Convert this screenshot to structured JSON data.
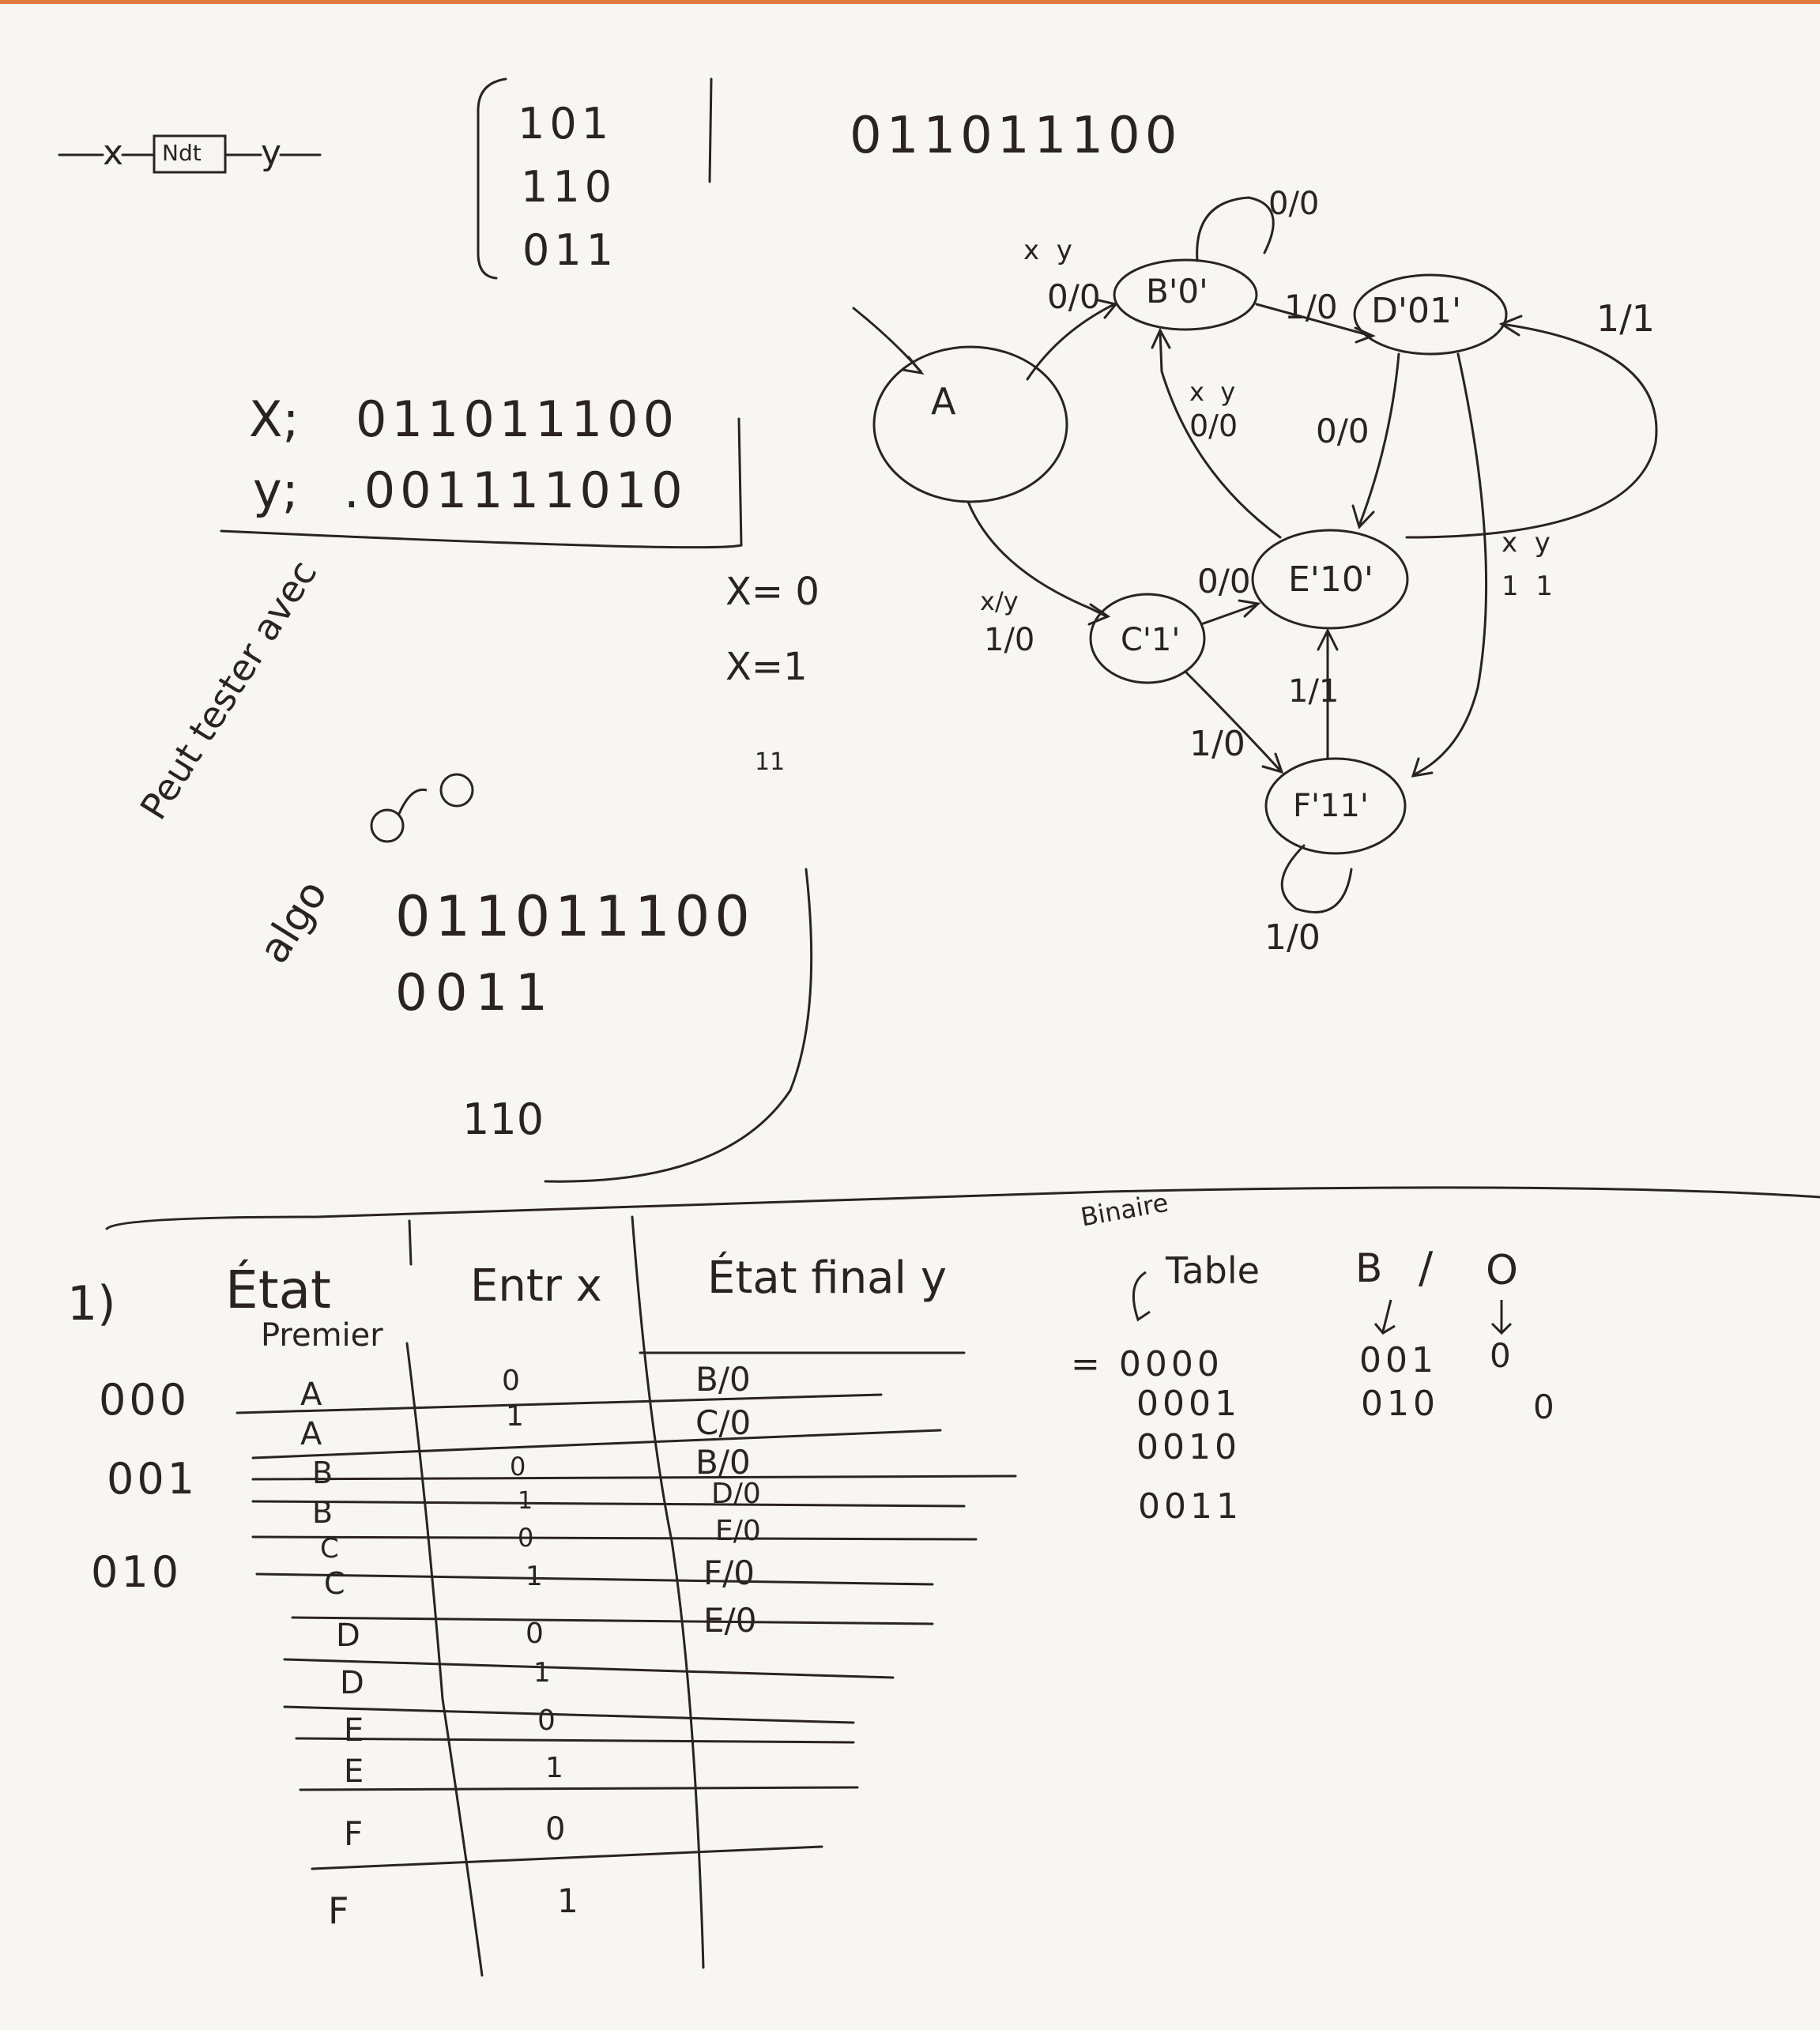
{
  "block": {
    "x_label": "x",
    "box_label": "Ndt",
    "y_label": "y"
  },
  "matrix_rows": [
    "101",
    "110",
    "011"
  ],
  "sequence_top": "011011100",
  "xy_sequences": {
    "x_prefix": "X;",
    "x_value": "011011100",
    "y_prefix": "y;",
    "y_value": ".001111010"
  },
  "notes": {
    "x0": "X= 0",
    "x1": "X=1",
    "ticks": "11"
  },
  "side_note": {
    "line1": "Peut tester avec",
    "line2": "algo"
  },
  "work": {
    "line1": "011011100",
    "line2": "0011",
    "line3": "110"
  },
  "fsm": {
    "states": [
      "A",
      "B'0'",
      "D'01'",
      "E'10'",
      "C'1'",
      "F'11'"
    ],
    "transitions": {
      "b_self": "0/0",
      "a_b_header": "x  y",
      "a_b": "0/0",
      "b_d": "1/0",
      "d_e_self": "1/1",
      "e_b_header": "x  y",
      "e_b": "0/0",
      "d_e": "0/0",
      "d_f_header": "x  y",
      "d_f_values": "1  1",
      "a_c_header": "x/y",
      "a_c": "1/0",
      "c_e": "0/0",
      "f_e": "1/1",
      "c_f": "1/0",
      "f_self": "1/0"
    }
  },
  "table": {
    "number": "1)",
    "headers": {
      "state": "État",
      "state_sub": "Premier",
      "input": "Entr x",
      "final": "État final y"
    },
    "codes": [
      "000",
      "001",
      "010"
    ],
    "rows": [
      {
        "state": "A",
        "input": "0",
        "final": "B/0"
      },
      {
        "state": "A",
        "input": "1",
        "final": "C/0"
      },
      {
        "state": "B",
        "input": "0",
        "final": "B/0"
      },
      {
        "state": "B",
        "input": "1",
        "final": "D/0"
      },
      {
        "state": "C",
        "input": "0",
        "final": "E/0"
      },
      {
        "state": "C",
        "input": "1",
        "final": "F/0"
      },
      {
        "state": "D",
        "input": "0",
        "final": "E/0"
      },
      {
        "state": "D",
        "input": "1",
        "final": ""
      },
      {
        "state": "E",
        "input": "0",
        "final": ""
      },
      {
        "state": "E",
        "input": "1",
        "final": ""
      },
      {
        "state": "F",
        "input": "0",
        "final": ""
      },
      {
        "state": "F",
        "input": "1",
        "final": ""
      }
    ]
  },
  "binary_table": {
    "title1": "Binaire",
    "title2": "Table",
    "values": [
      "= 0000",
      "0001",
      "0010",
      "0011"
    ],
    "b_header": "B",
    "slash": "/",
    "o_header": "O",
    "b_values": [
      "001",
      "010"
    ],
    "o_values": [
      "0",
      "0"
    ]
  }
}
